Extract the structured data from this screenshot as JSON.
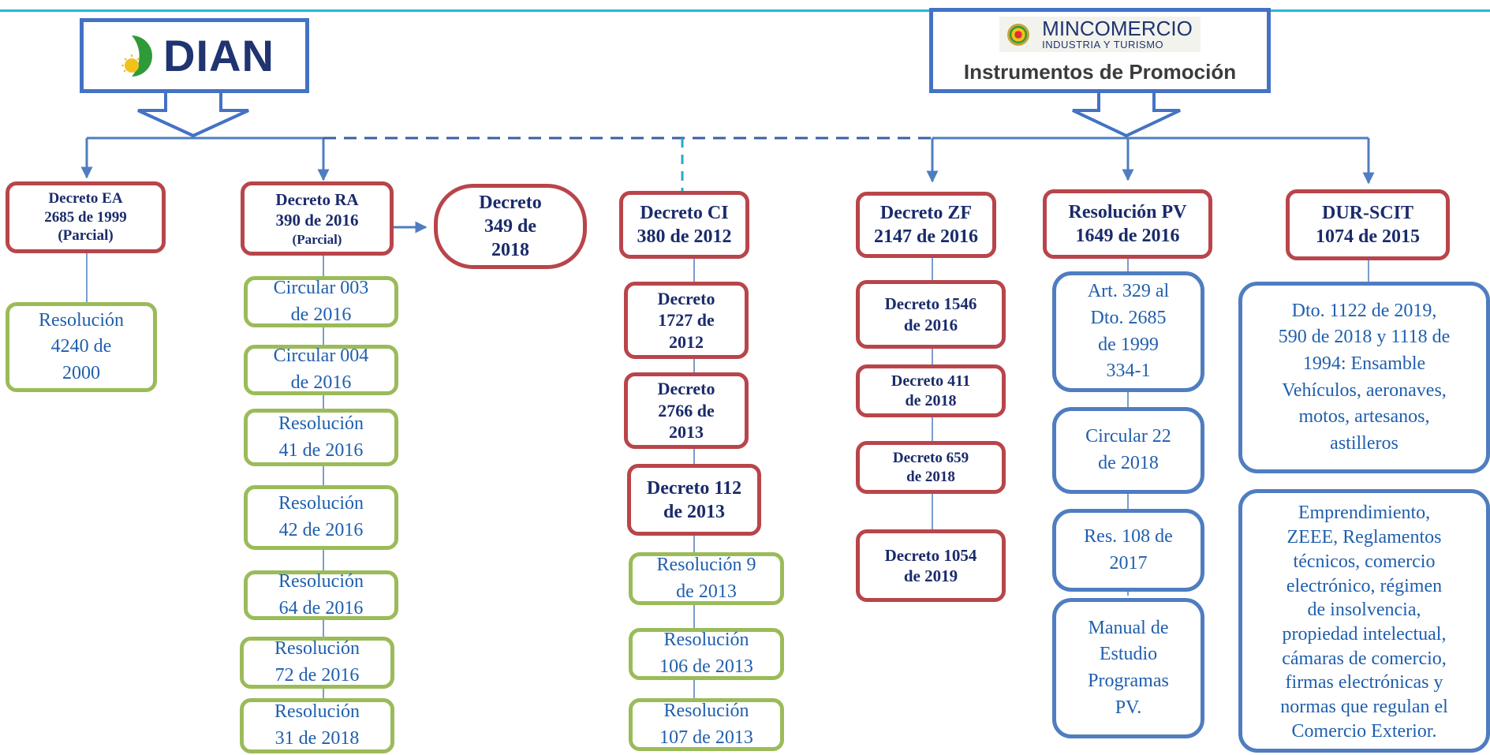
{
  "dian": {
    "logo_text": "DIAN"
  },
  "mincomercio": {
    "brand": "MINCOMERCIO",
    "brand_sub": "INDUSTRIA Y TURISMO",
    "title": "Instrumentos de Promoción"
  },
  "colors": {
    "red_border": "#b8454b",
    "green_border": "#9bbb59",
    "blue_border": "#4f7dc0",
    "dark_text": "#1a2b6b",
    "link_text": "#1f5fae",
    "connector": "#4f7dc0",
    "dashed_teal": "#2aa8c8"
  },
  "ea": {
    "header": [
      "Decreto EA",
      "2685 de 1999",
      "(Parcial)"
    ],
    "children": [
      [
        "Resolución",
        "4240 de",
        "2000"
      ]
    ]
  },
  "ra": {
    "header": [
      "Decreto RA",
      "390 de 2016",
      "(Parcial)"
    ],
    "linked": [
      "Decreto",
      "349 de",
      "2018"
    ],
    "children": [
      [
        "Circular 003",
        "de 2016"
      ],
      [
        "Circular 004",
        "de 2016"
      ],
      [
        "Resolución",
        "41 de 2016"
      ],
      [
        "Resolución",
        "42 de 2016"
      ],
      [
        "Resolución",
        "64 de 2016"
      ],
      [
        "Resolución",
        "72 de 2016"
      ],
      [
        "Resolución",
        "31 de 2018"
      ]
    ]
  },
  "ci": {
    "header": [
      "Decreto CI",
      "380 de 2012"
    ],
    "decrees": [
      [
        "Decreto",
        "1727 de",
        "2012"
      ],
      [
        "Decreto",
        "2766 de",
        "2013"
      ],
      [
        "Decreto 112",
        "de 2013"
      ]
    ],
    "resolutions": [
      [
        "Resolución 9",
        "de 2013"
      ],
      [
        "Resolución",
        "106 de 2013"
      ],
      [
        "Resolución",
        "107 de 2013"
      ]
    ]
  },
  "zf": {
    "header": [
      "Decreto ZF",
      "2147 de 2016"
    ],
    "children": [
      [
        "Decreto 1546",
        "de 2016"
      ],
      [
        "Decreto 411",
        "de 2018"
      ],
      [
        "Decreto 659",
        "de 2018"
      ],
      [
        "Decreto 1054",
        "de 2019"
      ]
    ]
  },
  "pv": {
    "header": [
      "Resolución PV",
      "1649 de 2016"
    ],
    "children": [
      [
        "Art. 329 al",
        "Dto. 2685",
        "de 1999",
        "334-1"
      ],
      [
        "Circular 22",
        "de 2018"
      ],
      [
        "Res. 108 de",
        "2017"
      ],
      [
        "Manual de",
        "Estudio",
        "Programas",
        "PV."
      ]
    ]
  },
  "scit": {
    "header": [
      "DUR-SCIT",
      "1074 de 2015"
    ],
    "children": [
      [
        "Dto. 1122 de 2019,",
        "590 de 2018 y 1118 de",
        "1994:  Ensamble",
        "Vehículos, aeronaves,",
        "motos,  artesanos,",
        "astilleros"
      ],
      [
        "Emprendimiento,",
        "ZEEE, Reglamentos",
        "técnicos, comercio",
        "electrónico, régimen",
        "de insolvencia,",
        "propiedad intelectual,",
        "cámaras de comercio,",
        "firmas electrónicas y",
        "normas que regulan el",
        "Comercio Exterior."
      ]
    ]
  }
}
